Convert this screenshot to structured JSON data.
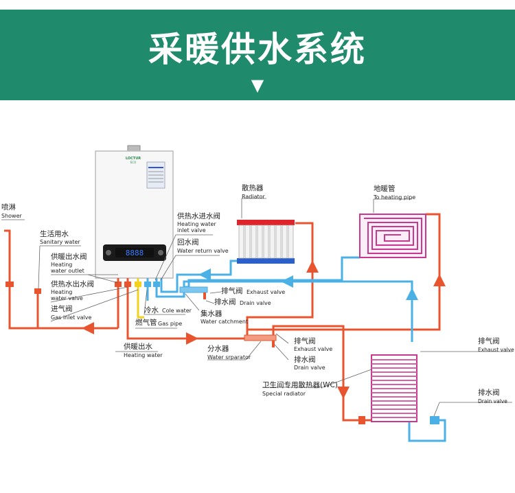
{
  "banner": {
    "title": "采暖供水系统",
    "arrow_icon": "triangle-down"
  },
  "boiler": {
    "brand": "LOCTUR",
    "brand_sub": "ECO",
    "display": "8888"
  },
  "labels": {
    "shower_cn": "喷淋",
    "shower_en": "Shower",
    "sanitary_cn": "生活用水",
    "sanitary_en": "Sanitary water",
    "heating_outlet_cn": "供暖出水阀",
    "heating_outlet_en1": "Heating",
    "heating_outlet_en2": "water outlet",
    "heating_valve_cn": "供热水出水阀",
    "heating_valve_en1": "Heating",
    "heating_valve_en2": "water valve",
    "gas_inlet_cn": "进气阀",
    "gas_inlet_en": "Gas inlet valve",
    "inlet_valve_cn": "供热水进水阀",
    "inlet_valve_en1": "Heating water",
    "inlet_valve_en2": "inlet valve",
    "return_valve_cn": "回水阀",
    "return_valve_en": "Water return valve",
    "cold_water_cn": "冷水",
    "cold_water_en": "Cole water",
    "gas_pipe_cn": "燃气管",
    "gas_pipe_en": "Gas pipe",
    "exhaust1_cn": "排气阀",
    "exhaust1_en": "Exhaust valve",
    "drain1_cn": "排水阀",
    "drain1_en": "Drain valve",
    "catchment_cn": "集水器",
    "catchment_en": "Water catchment",
    "radiator_cn": "散热器",
    "radiator_en": "Radiator",
    "floor_cn": "地暖管",
    "floor_en": "To heating pipe",
    "heating_water_cn": "供暖出水",
    "heating_water_en": "Heating water",
    "separator_cn": "分水器",
    "separator_en": "Water srparator",
    "exhaust2_cn": "排气阀",
    "exhaust2_en": "Exhaust valve",
    "drain2_cn": "排水阀",
    "drain2_en": "Drain valve",
    "special_cn": "卫生间专用散热器(WC)",
    "special_en": "Special radiator",
    "exhaust3_cn": "排气阀",
    "exhaust3_en": "Exhaust valve",
    "drain3_cn": "排水阀",
    "drain3_en": "Drain valve"
  },
  "colors": {
    "banner": "#1f8a6c",
    "hot_pipe": "#e8542e",
    "cold_pipe": "#4ab0e6",
    "gas_pipe": "#f2d21c",
    "floor_pipe": "#c7388f"
  }
}
